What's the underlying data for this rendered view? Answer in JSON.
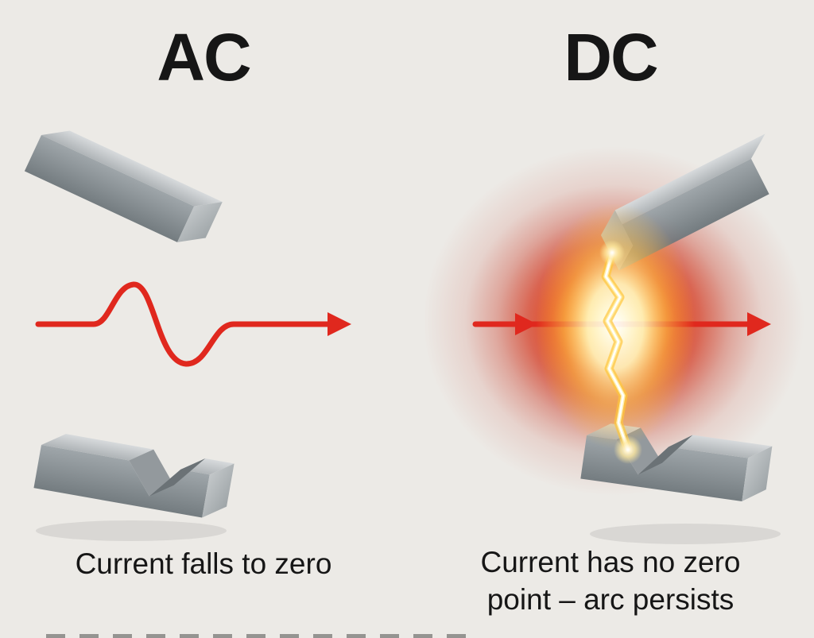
{
  "left": {
    "title": "AC",
    "caption": "Current falls to zero"
  },
  "right": {
    "title": "DC",
    "caption_line1": "Current has no zero",
    "caption_line2": "point – arc persists"
  },
  "icons": {
    "left_top_electrode": "metal-electrode-bar",
    "left_bottom_electrode": "notched-metal-electrode",
    "left_wave": "ac-sine-pulse-arrow",
    "right_top_electrode": "metal-electrode-bar",
    "right_bottom_electrode": "notched-metal-electrode",
    "right_line": "dc-constant-current-arrow",
    "arc": "electric-arc-bolt",
    "glow": "arc-plasma-glow"
  },
  "colors": {
    "background": "#ECEAE6",
    "signal_red": "#E0281E",
    "metal_light": "#D7DADC",
    "metal_mid": "#9FA6AA",
    "metal_dark": "#6B7276",
    "arc_core": "#FFFFFF",
    "arc_glow_orange": "#FB7E19",
    "arc_glow_red": "#D63B22",
    "text": "#161616"
  }
}
